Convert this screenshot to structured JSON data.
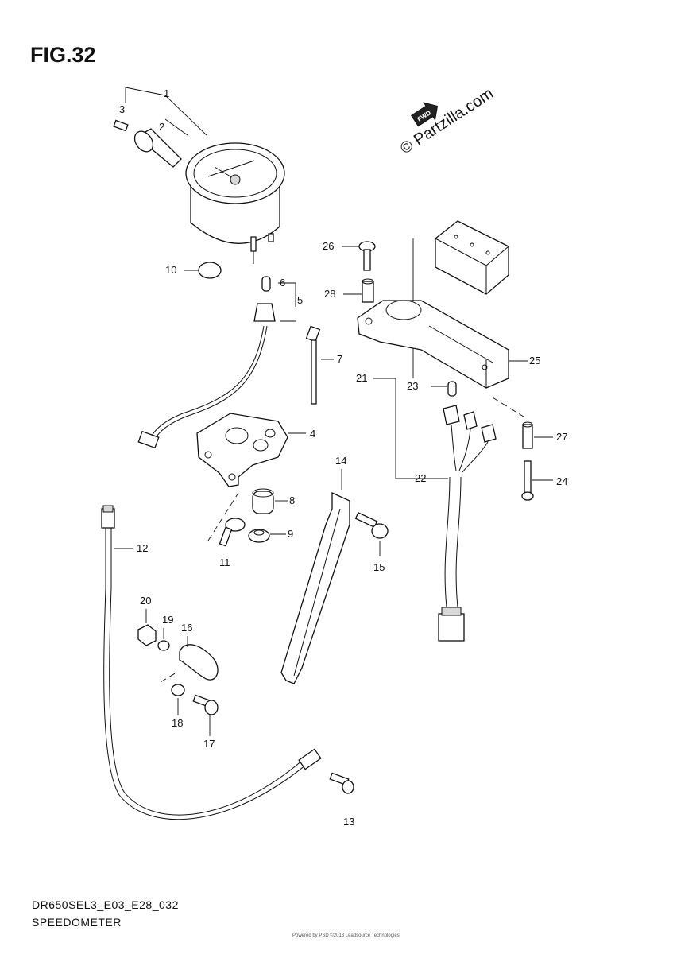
{
  "figure": {
    "title": "FIG.32",
    "model_code": "DR650SEL3_E03_E28_032",
    "section_name": "SPEEDOMETER",
    "watermark": "© Partzilla.com",
    "fwd_label": "FWD",
    "fine_print": "Powered by PSD  ©2013 Leadsource Technologies"
  },
  "callouts": [
    {
      "id": "1",
      "label": "1"
    },
    {
      "id": "2",
      "label": "2"
    },
    {
      "id": "3",
      "label": "3"
    },
    {
      "id": "4",
      "label": "4"
    },
    {
      "id": "5",
      "label": "5"
    },
    {
      "id": "6",
      "label": "6"
    },
    {
      "id": "7",
      "label": "7"
    },
    {
      "id": "8",
      "label": "8"
    },
    {
      "id": "9",
      "label": "9"
    },
    {
      "id": "10",
      "label": "10"
    },
    {
      "id": "11",
      "label": "11"
    },
    {
      "id": "12",
      "label": "12"
    },
    {
      "id": "13",
      "label": "13"
    },
    {
      "id": "14",
      "label": "14"
    },
    {
      "id": "15",
      "label": "15"
    },
    {
      "id": "16",
      "label": "16"
    },
    {
      "id": "17",
      "label": "17"
    },
    {
      "id": "18",
      "label": "18"
    },
    {
      "id": "19",
      "label": "19"
    },
    {
      "id": "20",
      "label": "20"
    },
    {
      "id": "21",
      "label": "21"
    },
    {
      "id": "22",
      "label": "22"
    },
    {
      "id": "23",
      "label": "23"
    },
    {
      "id": "24",
      "label": "24"
    },
    {
      "id": "25",
      "label": "25"
    },
    {
      "id": "26",
      "label": "26"
    },
    {
      "id": "27",
      "label": "27"
    },
    {
      "id": "28",
      "label": "28"
    }
  ]
}
